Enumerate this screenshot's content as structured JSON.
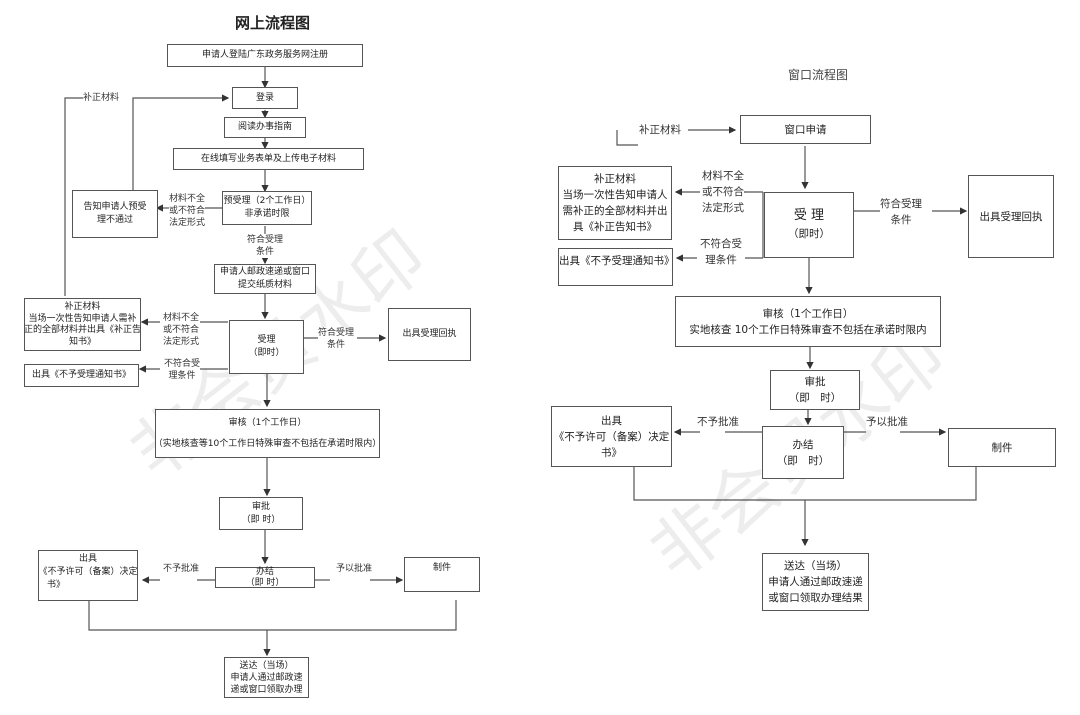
{
  "watermark": "非会员水印",
  "online": {
    "title": "网上流程图",
    "register": "申请人登陆广东政务服务网注册",
    "login": "登录",
    "guide": "阅读办事指南",
    "fill": "在线填写业务表单及上传电子材料",
    "pre_accept": [
      "预受理（2个工作日）",
      "非承诺时限"
    ],
    "notify_fail": [
      "告知申请人预受",
      "理不通过"
    ],
    "supplement_label": "补正材料",
    "incomplete_label": [
      "材料不全",
      "或不符合",
      "法定形式"
    ],
    "meets_label": [
      "符合受理",
      "条件"
    ],
    "submit_paper": [
      "申请人邮政速递或窗口",
      "提交纸质材料"
    ],
    "supplement_box": [
      "补正材料",
      "当场一次性告知申请人需补",
      "正的全部材料并出具《补正告",
      "知书》"
    ],
    "incomplete_label2": [
      "材料不全",
      "或不符合",
      "法定形式"
    ],
    "accept": [
      "受理",
      "（即时）"
    ],
    "meets_label2": [
      "符合受理",
      "条件"
    ],
    "receipt": "出具受理回执",
    "not_meet_label": [
      "不符合受",
      "理条件"
    ],
    "reject_notice": "出具《不予受理通知书》",
    "review": [
      "审核（1个工作日）",
      "（实地核查等10个工作日特殊审查不包括在承诺时限内）"
    ],
    "approve": [
      "审批",
      "（即 时）"
    ],
    "deny_label": "不予批准",
    "grant_label": "予以批准",
    "deny_box": [
      "出具",
      "《不予许可（备案）决定",
      "书》"
    ],
    "complete": [
      "办结",
      "（即 时）"
    ],
    "produce": "制件",
    "deliver": [
      "送达（当场）",
      "申请人通过邮政速",
      "递或窗口领取办理"
    ]
  },
  "window": {
    "title": "窗口流程图",
    "apply": "窗口申请",
    "supplement_label": "补正材料",
    "supplement_box": [
      "补正材料",
      "当场一次性告知申请人",
      "需补正的全部材料并出",
      "具《补正告知书》"
    ],
    "incomplete_label": [
      "材料不全",
      "或不符合",
      "法定形式"
    ],
    "accept": [
      "受 理",
      "（即时）"
    ],
    "meets_label": [
      "符合受理",
      "条件"
    ],
    "receipt": "出具受理回执",
    "not_meet_label": [
      "不符合受",
      "理条件"
    ],
    "reject_notice": "出具《不予受理通知书》",
    "review": [
      "审核（1个工作日）",
      "实地核查 10个工作日特殊审查不包括在承诺时限内"
    ],
    "approve": [
      "审批",
      "（即　时）"
    ],
    "deny_label": "不予批准",
    "grant_label": "予以批准",
    "deny_box": [
      "出具",
      "《不予许可（备案）决定",
      "书》"
    ],
    "complete": [
      "办结",
      "（即　时）"
    ],
    "produce": "制件",
    "deliver": [
      "送达（当场）",
      "申请人通过邮政速递",
      "或窗口领取办理结果"
    ]
  }
}
